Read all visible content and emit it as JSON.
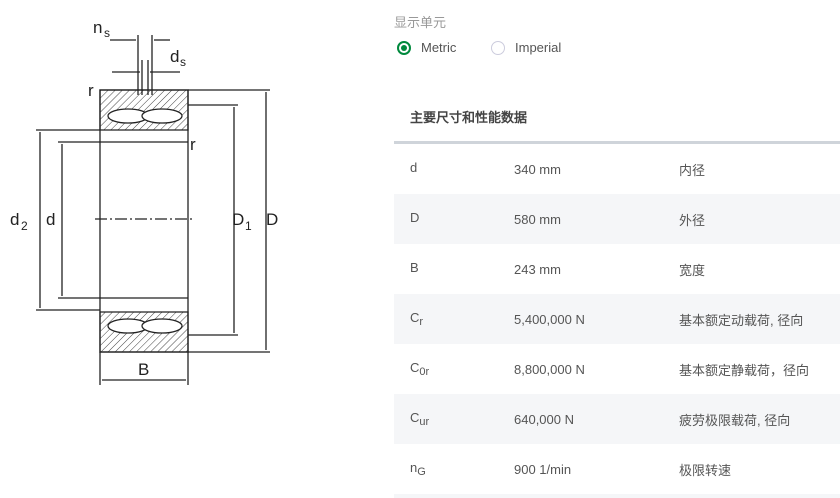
{
  "drawing_labels": {
    "ns": "n",
    "ns_sub": "s",
    "ds": "d",
    "ds_sub": "s",
    "r1": "r",
    "r2": "r",
    "d2": "d",
    "d2_sub": "2",
    "d": "d",
    "D1": "D",
    "D1_sub": "1",
    "D": "D",
    "B": "B"
  },
  "units": {
    "label": "显示单元",
    "options": [
      {
        "label": "Metric",
        "selected": true
      },
      {
        "label": "Imperial",
        "selected": false
      }
    ]
  },
  "section_title": "主要尺寸和性能数据",
  "rows": [
    {
      "sym": "d",
      "sub": "",
      "value": "340 mm",
      "desc": "内径"
    },
    {
      "sym": "D",
      "sub": "",
      "value": "580 mm",
      "desc": "外径"
    },
    {
      "sym": "B",
      "sub": "",
      "value": "243 mm",
      "desc": "宽度"
    },
    {
      "sym": "C",
      "sub": "r",
      "value": "5,400,000 N",
      "desc": "基本额定动载荷, 径向"
    },
    {
      "sym": "C",
      "sub": "0r",
      "value": "8,800,000 N",
      "desc": "基本额定静载荷，径向"
    },
    {
      "sym": "C",
      "sub": "ur",
      "value": "640,000 N",
      "desc": "疲劳极限载荷, 径向"
    },
    {
      "sym": "n",
      "sub": "G",
      "value": "900 1/min",
      "desc": "极限转速"
    }
  ]
}
